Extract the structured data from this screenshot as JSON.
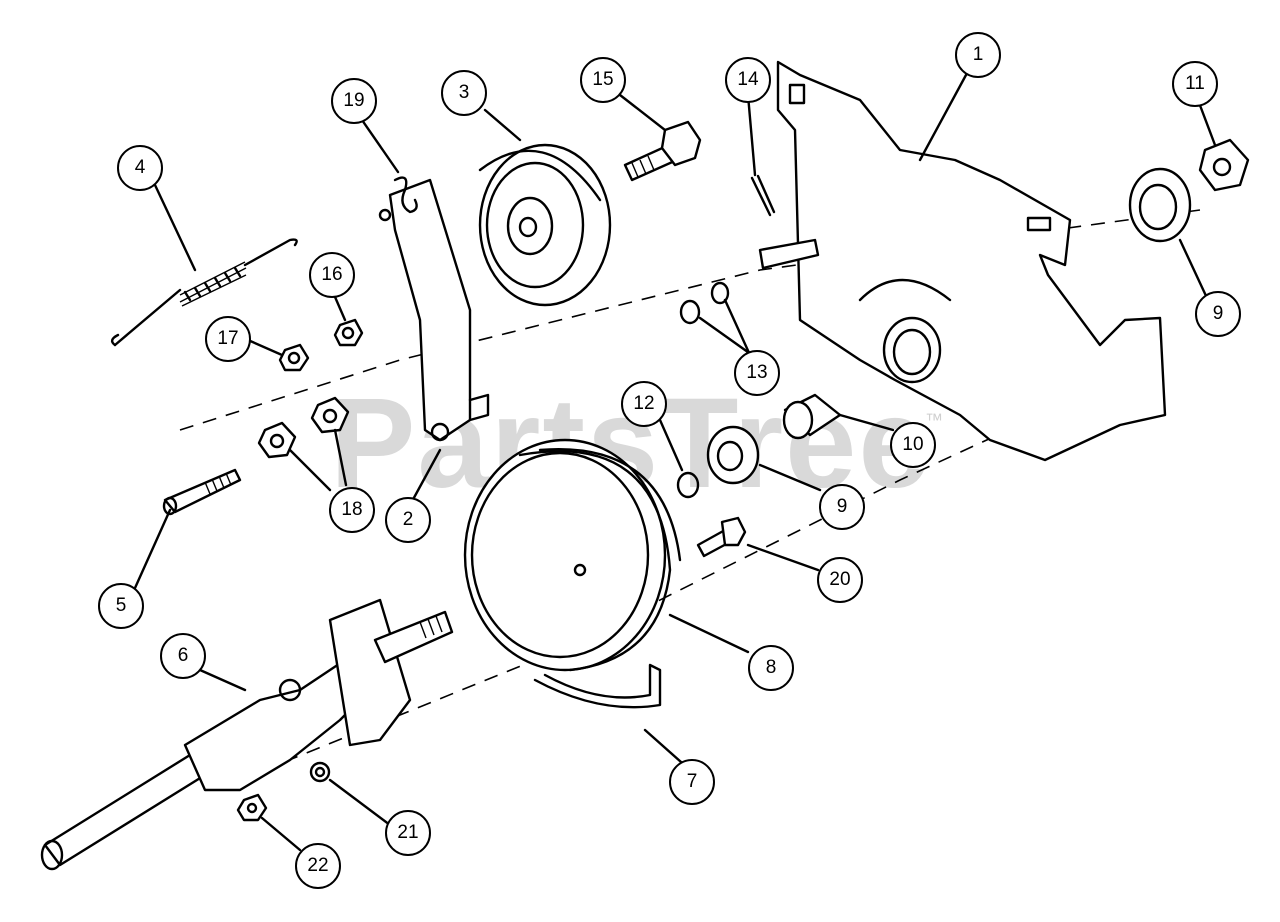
{
  "watermark": {
    "text": "PartsTree",
    "mark": "™"
  },
  "callouts": [
    {
      "label": "1"
    },
    {
      "label": "2"
    },
    {
      "label": "3"
    },
    {
      "label": "4"
    },
    {
      "label": "5"
    },
    {
      "label": "6"
    },
    {
      "label": "7"
    },
    {
      "label": "8"
    },
    {
      "label": "9"
    },
    {
      "label": "9"
    },
    {
      "label": "10"
    },
    {
      "label": "11"
    },
    {
      "label": "12"
    },
    {
      "label": "13"
    },
    {
      "label": "14"
    },
    {
      "label": "15"
    },
    {
      "label": "16"
    },
    {
      "label": "17"
    },
    {
      "label": "18"
    },
    {
      "label": "19"
    },
    {
      "label": "20"
    },
    {
      "label": "21"
    },
    {
      "label": "22"
    }
  ]
}
